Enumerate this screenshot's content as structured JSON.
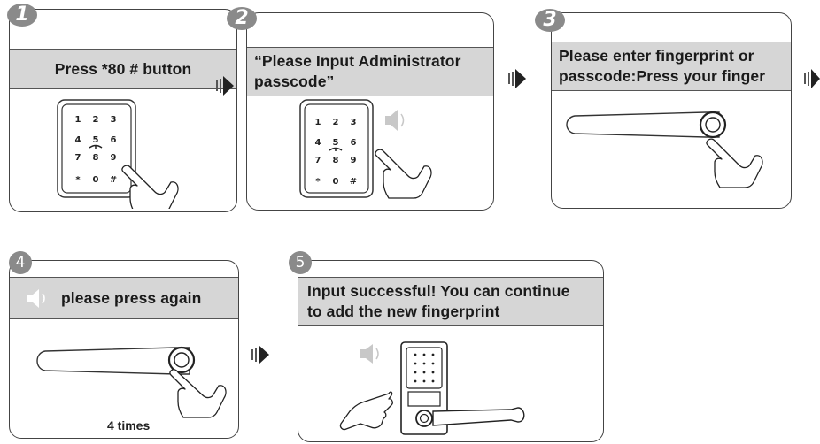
{
  "steps": [
    {
      "number": "1",
      "text": "Press *80 # button"
    },
    {
      "number": "2",
      "text_line1": "“Please Input Administrator",
      "text_line2": "passcode”"
    },
    {
      "number": "3",
      "text_line1": "Please enter fingerprint or",
      "text_line2": "passcode:Press your finger"
    },
    {
      "number": "4",
      "text": "please press again",
      "caption": "4 times"
    },
    {
      "number": "5",
      "text_line1": "Input successful! You can continue",
      "text_line2": "to add the new fingerprint"
    }
  ],
  "keypad": {
    "rows": [
      [
        "1",
        "2",
        "3"
      ],
      [
        "4",
        "5",
        "6"
      ],
      [
        "7",
        "8",
        "9"
      ],
      [
        "*",
        "0",
        "#"
      ]
    ]
  },
  "icons": {
    "speaker": "speaker-icon",
    "hand": "pointing-hand-icon",
    "arrow": "next-step-arrow-icon",
    "fingerprint": "fingerprint-sensor-icon"
  },
  "colors": {
    "band": "#d6d6d6",
    "badge": "#8a8a8a",
    "outline": "#444444"
  }
}
